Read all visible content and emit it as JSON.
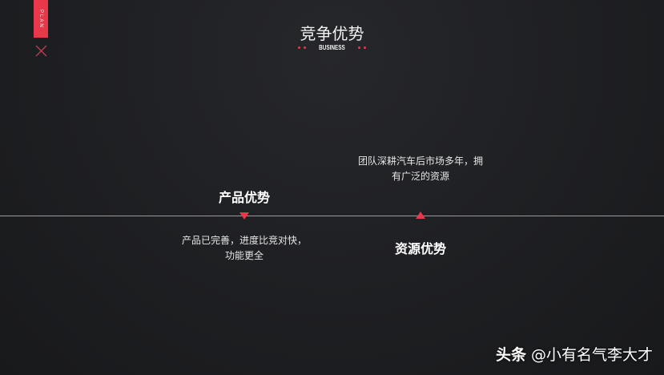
{
  "tag": {
    "label": "PLAN",
    "color": "#e8384a"
  },
  "close_icon": "close-icon",
  "header": {
    "title": "竞争优势",
    "subtitle": "BUSINESS"
  },
  "timeline": {
    "accent_color": "#e8384a",
    "line_color": "#9a9a9c",
    "items": [
      {
        "heading": "产品优势",
        "description_line1": "产品已完善，进度比竞对快，",
        "description_line2": "功能更全",
        "marker": "triangle-down"
      },
      {
        "heading": "资源优势",
        "description_line1": "团队深耕汽车后市场多年，拥",
        "description_line2": "有广泛的资源",
        "marker": "triangle-up"
      }
    ]
  },
  "watermark": {
    "brand": "头条",
    "handle": "@小有名气李大才"
  }
}
